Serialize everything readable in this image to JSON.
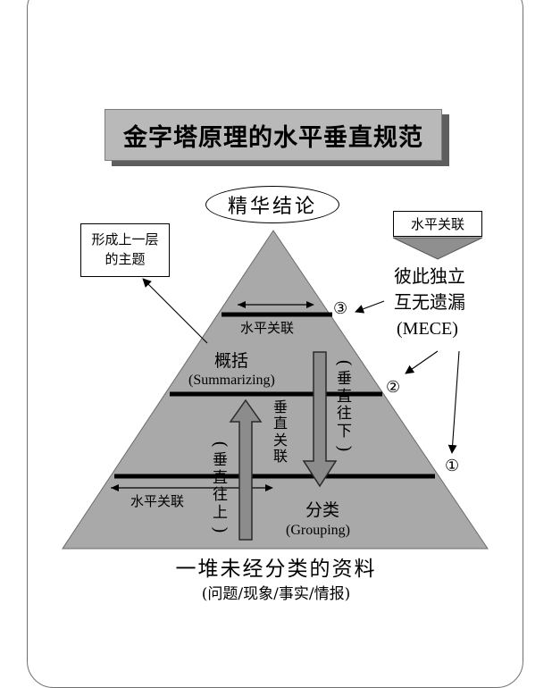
{
  "title": "金字塔原理的水平垂直规范",
  "apex_label": "精华结论",
  "upper_layer_box": {
    "line1": "形成上一层",
    "line2": "的主题"
  },
  "horizontal_box": "水平关联",
  "mece": {
    "line1": "彼此独立",
    "line2": "互无遗漏",
    "line3": "(MECE)"
  },
  "markers": [
    "③",
    "②",
    "①"
  ],
  "top_horizontal": "水平关联",
  "bottom_horizontal": "水平关联",
  "summarizing": {
    "zh": "概括",
    "en": "(Summarizing)"
  },
  "grouping": {
    "zh": "分类",
    "en": "(Grouping)"
  },
  "vertical_center": [
    "垂",
    "直",
    "关",
    "联"
  ],
  "vertical_up": [
    "(",
    "垂",
    "直",
    "往",
    "上",
    ")"
  ],
  "vertical_down": [
    "(",
    "垂",
    "直",
    "往",
    "下",
    ")"
  ],
  "base_caption": "一堆未经分类的资料",
  "base_subcaption": "(问题/现象/事实/情报)",
  "colors": {
    "pyramid": "#a9a9a9",
    "arrow": "#8c8c8c",
    "title_bg": "#b9b9b9",
    "title_shadow": "#5e5e5e"
  }
}
